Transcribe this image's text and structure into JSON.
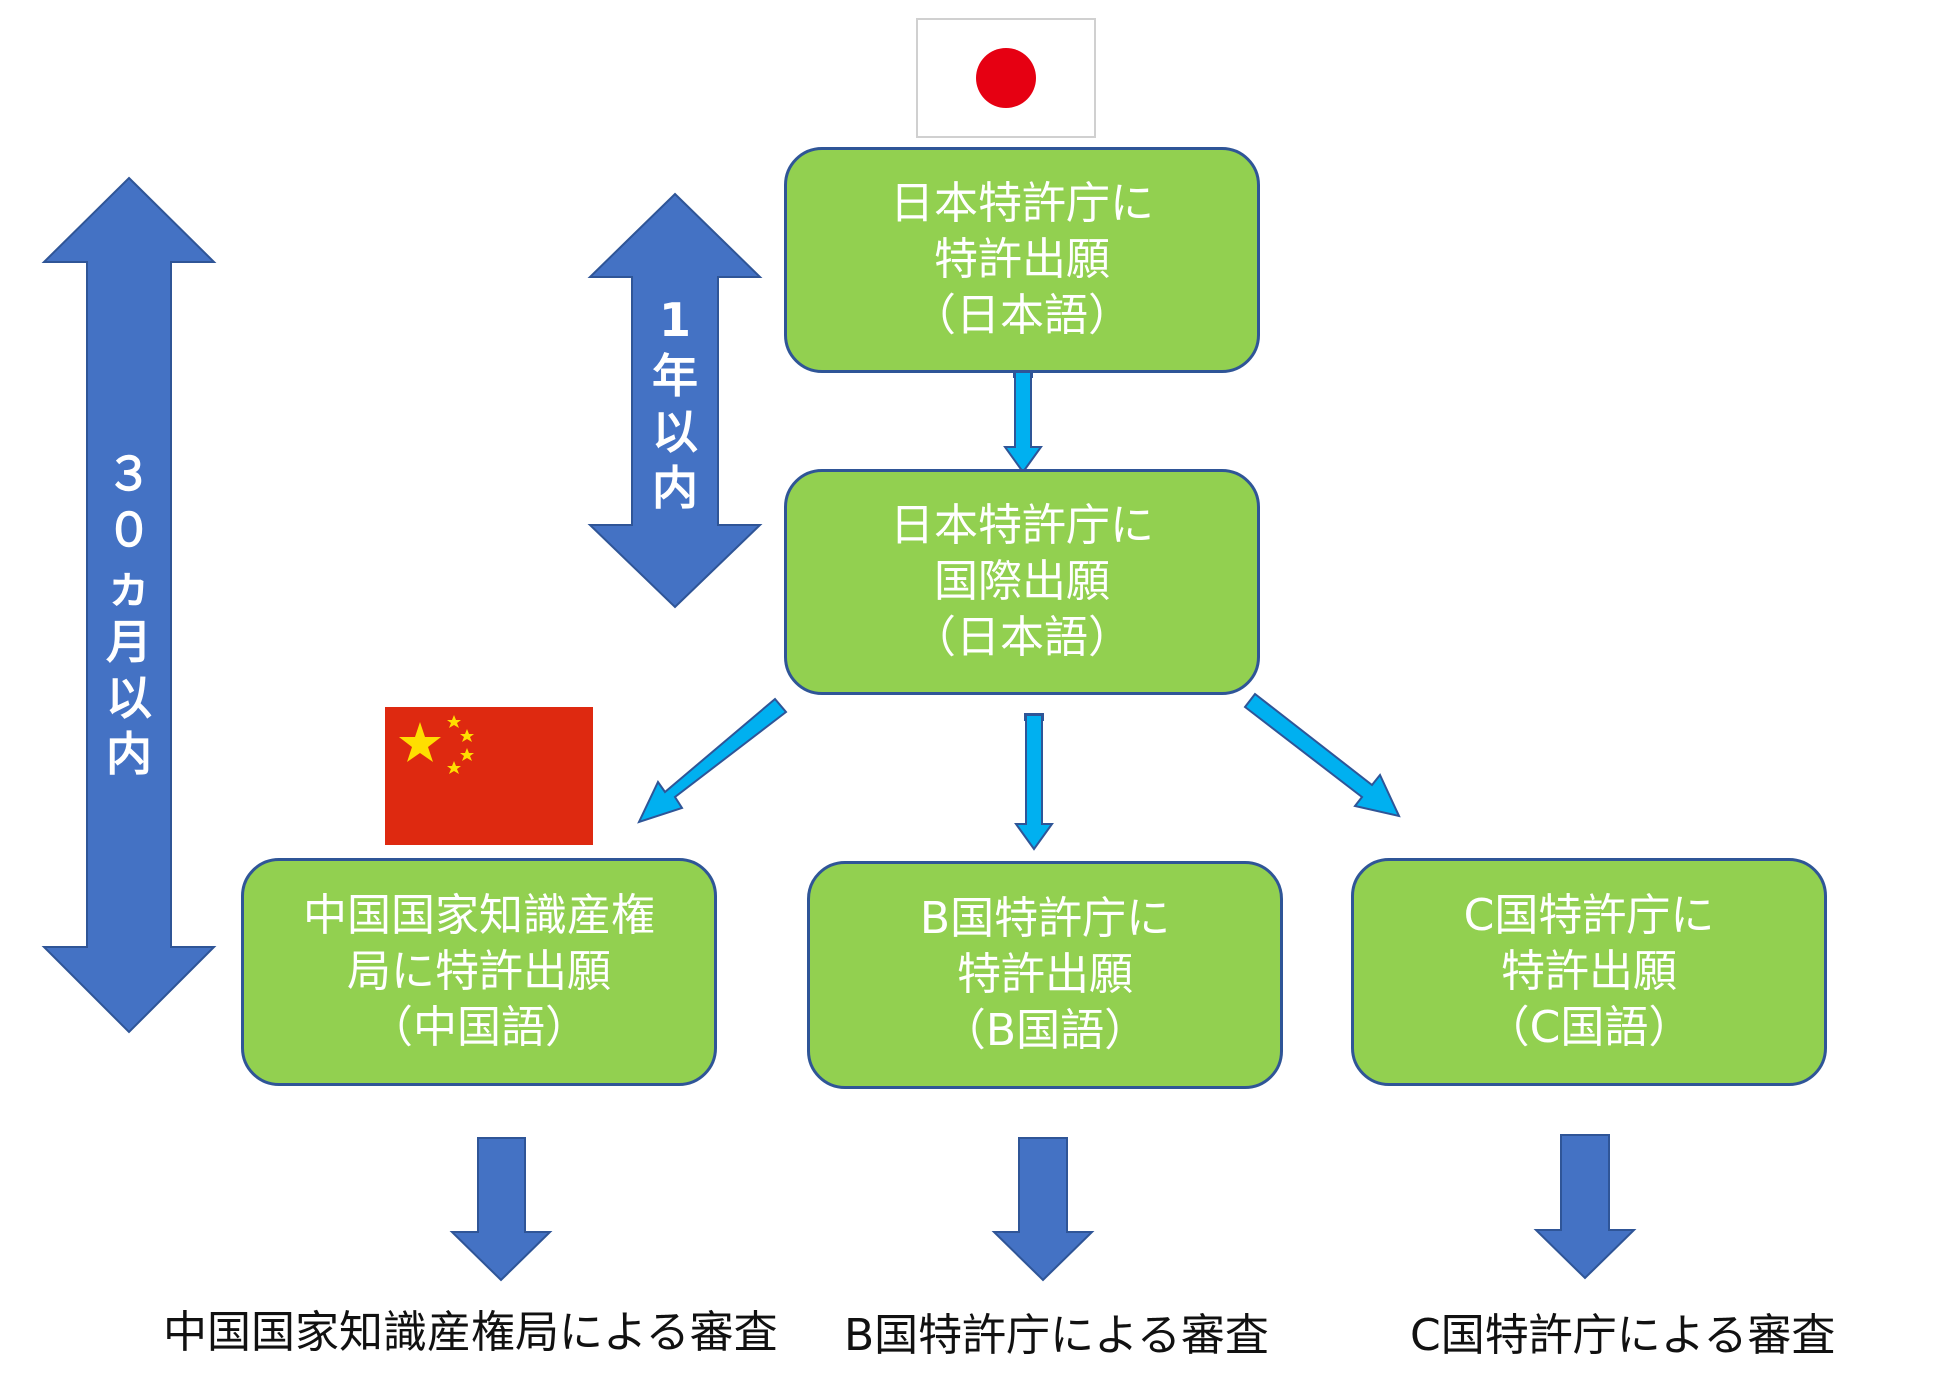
{
  "flags": {
    "japan": {
      "name": "japan-flag",
      "colors": {
        "field": "#ffffff",
        "disc": "#e60012"
      }
    },
    "china": {
      "name": "china-flag",
      "colors": {
        "field": "#de2910",
        "stars": "#ffde00"
      }
    }
  },
  "periods": {
    "long": [
      "３",
      "０",
      "ヵ",
      "月",
      "以",
      "内"
    ],
    "short": [
      "1",
      "年",
      "以",
      "内"
    ]
  },
  "boxes": {
    "jp_patent": [
      "日本特許庁に",
      "特許出願",
      "（日本語）"
    ],
    "jp_intl": [
      "日本特許庁に",
      "国際出願",
      "（日本語）"
    ],
    "cn": [
      "中国国家知識産権",
      "局に特許出願",
      "（中国語）"
    ],
    "b": [
      "B国特許庁に",
      "特許出願",
      "（B国語）"
    ],
    "c": [
      "C国特許庁に",
      "特許出願",
      "（C国語）"
    ]
  },
  "results": {
    "cn": "中国国家知識産権局による審査",
    "b": "B国特許庁による審査",
    "c": "C国特許庁による審査"
  },
  "colors": {
    "box_fill": "#92d050",
    "box_border": "#2f5597",
    "arrow_blue": "#4472c4",
    "arrow_light": "#00b0f0"
  }
}
